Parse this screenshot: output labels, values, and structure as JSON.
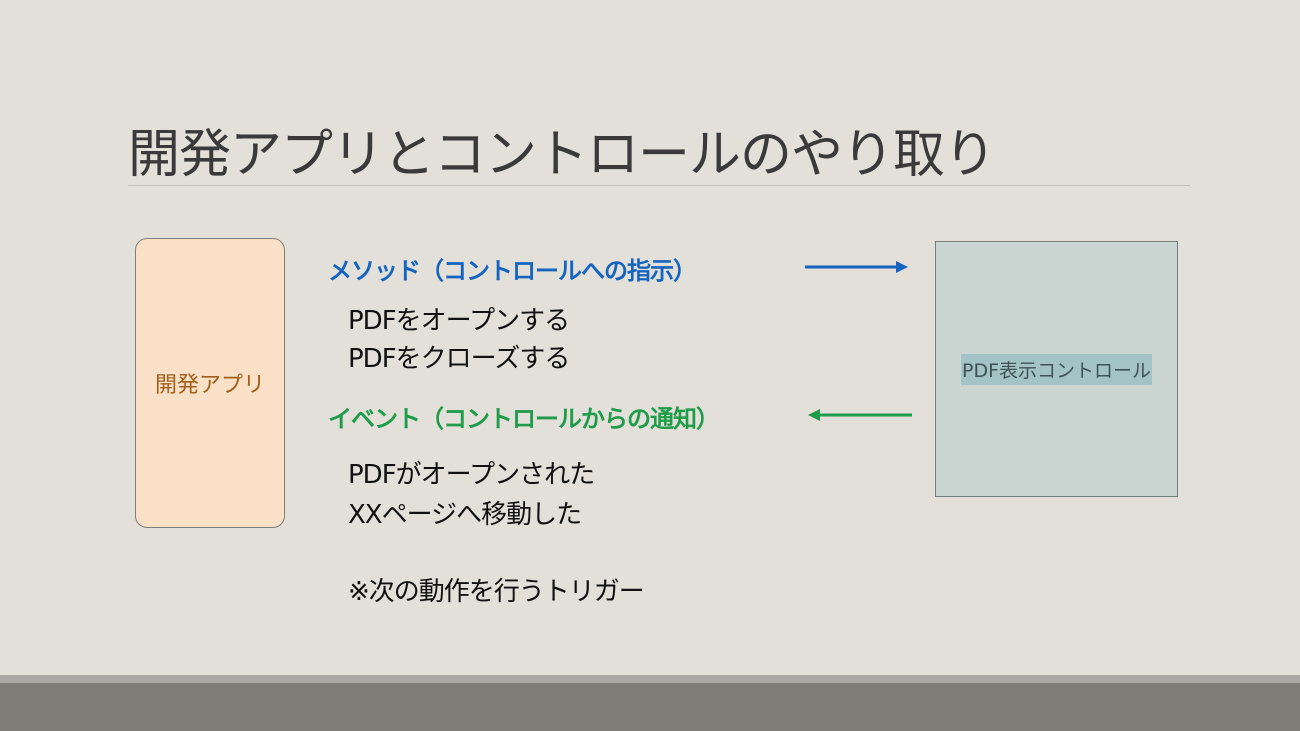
{
  "slide": {
    "title": "開発アプリとコントロールのやり取り",
    "app_box_label": "開発アプリ",
    "control_box_label": "PDF表示コントロール",
    "method": {
      "heading": "メソッド（コントロールへの指示）",
      "items": [
        "PDFをオープンする",
        "PDFをクローズする"
      ]
    },
    "event": {
      "heading": "イベント（コントロールからの通知）",
      "items": [
        "PDFがオープンされた",
        "XXページへ移動した"
      ]
    },
    "note": "※次の動作を行うトリガー"
  },
  "colors": {
    "method": "#1565c0",
    "event": "#1e9c4a",
    "app_box": "#fbe0c8",
    "control_box": "#cbd6d2"
  },
  "icons": [
    "arrow-right-icon",
    "arrow-left-icon"
  ]
}
